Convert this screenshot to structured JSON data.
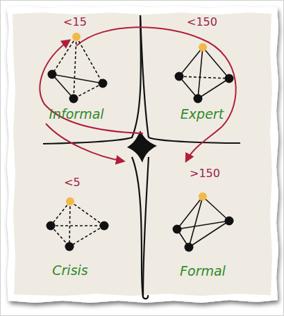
{
  "diagram": {
    "labels": [
      "<15",
      "<150",
      "Informal",
      "Expert",
      "<5",
      ">150",
      "Crisis",
      "Formal"
    ]
  }
}
